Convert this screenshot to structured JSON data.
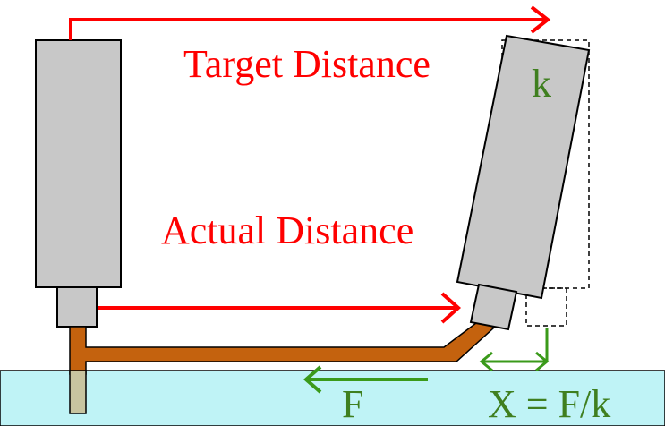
{
  "labels": {
    "target_distance": "Target Distance",
    "actual_distance": "Actual Distance",
    "spring_constant": "k",
    "force": "F",
    "displacement": "X = F/k"
  },
  "colors": {
    "distance_arrow": "#ff0000",
    "force_arrow": "#3a9a1a",
    "column_fill": "#c8c8c8",
    "outline": "#000000",
    "probe_wire": "#c4620e",
    "surface": "#bff3f6",
    "pin": "#c8c4a0"
  },
  "icons": {
    "target_arrow": "right-arrow",
    "actual_arrow": "right-arrow",
    "force_arrow": "left-arrow",
    "displacement_arrow": "double-arrow"
  }
}
